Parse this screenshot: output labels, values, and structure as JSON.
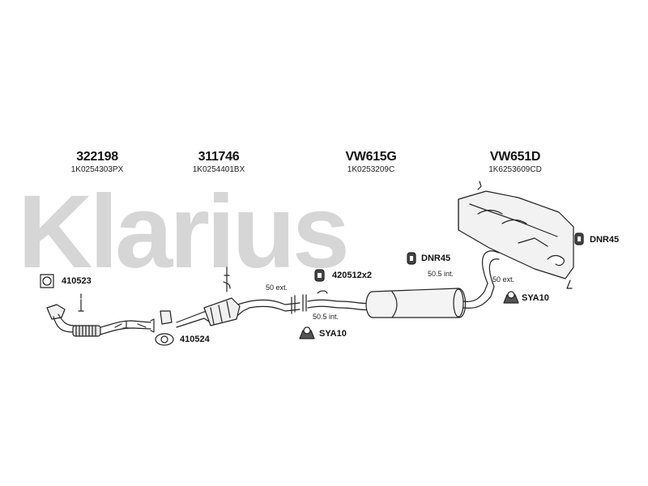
{
  "watermark": "Klarius",
  "parts": [
    {
      "number": "322198",
      "code": "1K0254303PX"
    },
    {
      "number": "311746",
      "code": "1K0254401BX"
    },
    {
      "number": "VW615G",
      "code": "1K0253209C"
    },
    {
      "number": "VW651D",
      "code": "1K6253609CD"
    }
  ],
  "fittings": {
    "gasket_1": "410523",
    "gasket_2": "410524",
    "clamp": "420512x2",
    "hanger_1": "DNR45",
    "hanger_2": "DNR45",
    "mount_1": "SYA10",
    "mount_2": "SYA10"
  },
  "notes": {
    "ext_1": "50 ext.",
    "int_1": "50.5 int.",
    "int_2": "50.5 int.",
    "ext_2": "50 ext."
  },
  "colors": {
    "watermark": "#d4d4d4",
    "line": "#222222",
    "fill": "#f2f2f2"
  }
}
